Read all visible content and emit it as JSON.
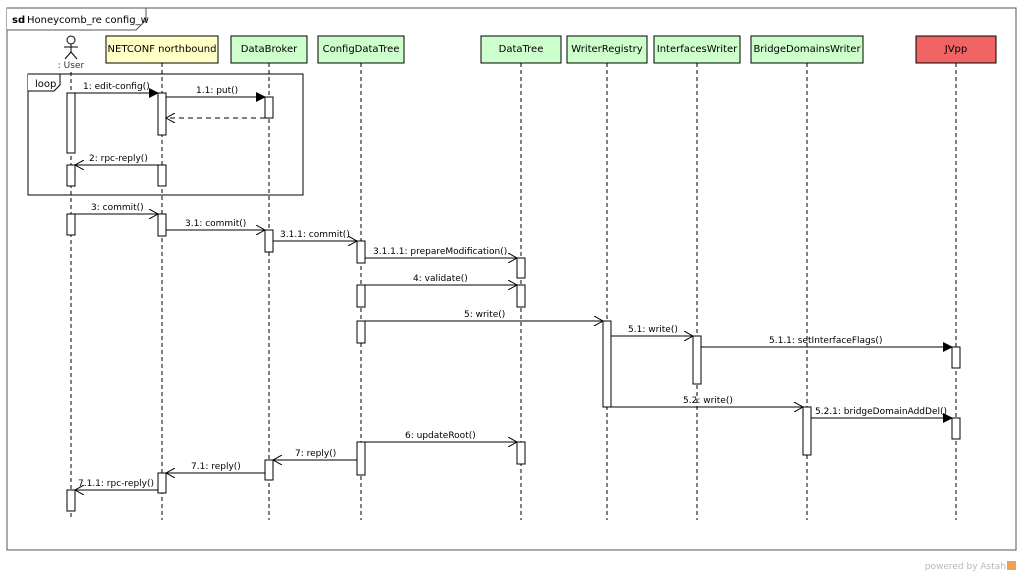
{
  "frame": {
    "keyword": "sd",
    "title": "Honeycomb_re config_w"
  },
  "actor": {
    "label": ": User"
  },
  "participants": [
    {
      "label": "NETCONF northbound",
      "color": "#ffffc6"
    },
    {
      "label": "DataBroker",
      "color": "#ccffcc"
    },
    {
      "label": "ConfigDataTree",
      "color": "#ccffcc"
    },
    {
      "label": "DataTree",
      "color": "#ccffcc"
    },
    {
      "label": "WriterRegistry",
      "color": "#ccffcc"
    },
    {
      "label": "InterfacesWriter",
      "color": "#ccffcc"
    },
    {
      "label": "BridgeDomainsWriter",
      "color": "#ccffcc"
    },
    {
      "label": "JVpp",
      "color": "#f06464"
    }
  ],
  "fragment": {
    "operator": "loop"
  },
  "messages": [
    "1: edit-config()",
    "1.1: put()",
    "2: rpc-reply()",
    "3: commit()",
    "3.1: commit()",
    "3.1.1: commit()",
    "3.1.1.1: prepareModification()",
    "4: validate()",
    "5: write()",
    "5.1: write()",
    "5.1.1: setInterfaceFlags()",
    "5.2: write()",
    "5.2.1: bridgeDomainAddDel()",
    "6: updateRoot()",
    "7: reply()",
    "7.1: reply()",
    "7.1.1: rpc-reply()"
  ],
  "watermark": {
    "text": "powered by Astah",
    "icon": "astah-logo-icon"
  }
}
